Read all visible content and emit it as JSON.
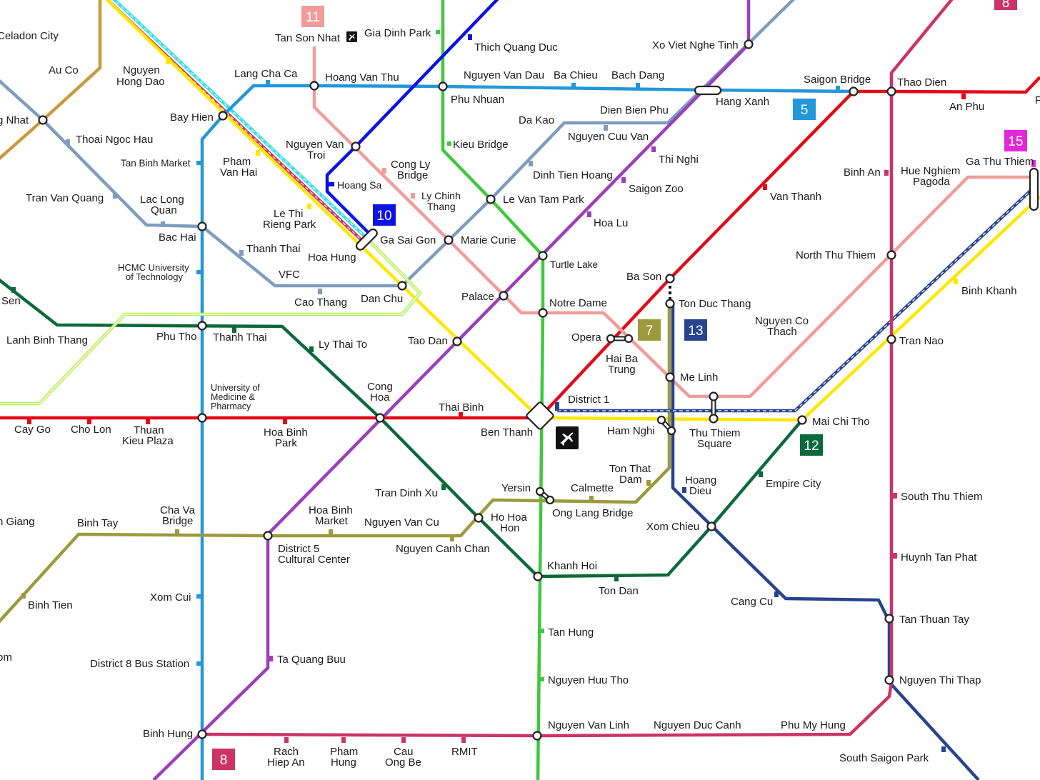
{
  "colors": {
    "background": "#ffffff",
    "line_1": "#e30a18",
    "line_2": "#ffe800",
    "line_3": "#9a3fb9",
    "line_4": "#7e9cbe",
    "line_5": "#2297d9",
    "line_6": "#0c6a38",
    "line_7": "#9c9a3d",
    "line_8": "#cc3366",
    "line_9": "#3ec93a",
    "line_10": "#0c12e4",
    "line_11": "#f19c9a",
    "line_12": "#0a6a3c",
    "line_13": "#27448e",
    "line_15": "#e329d6",
    "line_copper": "#c79a3c",
    "station_stroke": "#222222",
    "text": "#1a1a1a"
  },
  "badges": {
    "b5": "5",
    "b7": "7",
    "b8_bottom": "8",
    "b8_top": "8",
    "b10": "10",
    "b11": "11",
    "b12": "12",
    "b13": "13",
    "b15": "15"
  },
  "icons": [
    "airport-icon",
    "airport-icon-small"
  ],
  "stations": {
    "celadon_city": "Celadon City",
    "au_co": "Au Co",
    "nguyen_hong_dao_1": "Nguyen",
    "nguyen_hong_dao_2": "Hong Dao",
    "tan_son_nhat": "Tan Son Nhat",
    "gia_dinh_park": "Gia Dinh Park",
    "thich_quang_duc": "Thich Quang Duc",
    "xo_viet_nghe_tinh": "Xo Viet Nghe Tinh",
    "lang_cha_ca": "Lang Cha Ca",
    "hoang_van_thu": "Hoang Van Thu",
    "nguyen_van_dau": "Nguyen Van Dau",
    "ba_chieu": "Ba Chieu",
    "bach_dang": "Bach Dang",
    "saigon_bridge": "Saigon Bridge",
    "thao_dien": "Thao Dien",
    "hang_xanh": "Hang Xanh",
    "an_phu": "An Phu",
    "phu_nhuan": "Phu Nhuan",
    "g_nhat": "g Nhat",
    "bay_hien": "Bay Hien",
    "thoai_ngoc_hau": "Thoai Ngoc Hau",
    "da_kao": "Da Kao",
    "dien_bien_phu": "Dien Bien Phu",
    "nguyen_cuu_van": "Nguyen Cuu Van",
    "kieu_bridge": "Kieu Bridge",
    "tan_binh_market": "Tan Binh Market",
    "pham_van_hai_1": "Pham",
    "pham_van_hai_2": "Van Hai",
    "nguyen_van_troi_1": "Nguyen Van",
    "nguyen_van_troi_2": "Troi",
    "cong_ly_bridge_1": "Cong Ly",
    "cong_ly_bridge_2": "Bridge",
    "thi_nghi": "Thi Nghi",
    "dinh_tien_hoang": "Dinh Tien Hoang",
    "ga_thu_thiem": "Ga Thu Thiem",
    "binh_an": "Binh An",
    "hue_nghiem_pagoda_1": "Hue Nghiem",
    "hue_nghiem_pagoda_2": "Pagoda",
    "hoang_sa": "Hoang Sa",
    "ly_chinh_thang_1": "Ly Chinh",
    "ly_chinh_thang_2": "Thang",
    "saigon_zoo": "Saigon Zoo",
    "tran_van_quang": "Tran Van Quang",
    "lac_long_quan_1": "Lac Long",
    "lac_long_quan_2": "Quan",
    "le_van_tam_park": "Le Van Tam Park",
    "van_thanh": "Van Thanh",
    "le_thi_rieng_park_1": "Le Thi",
    "le_thi_rieng_park_2": "Rieng Park",
    "ga_sai_gon": "Ga Sai Gon",
    "marie_curie": "Marie Curie",
    "hoa_lu": "Hoa Lu",
    "bac_hai": "Bac Hai",
    "north_thu_thiem": "North Thu Thiem",
    "thanh_thai_1": "Thanh Thai",
    "hoa_hung": "Hoa Hung",
    "turtle_lake": "Turtle Lake",
    "hcmc_uni_1": "HCMC University",
    "hcmc_uni_2": "of Technology",
    "vfc": "VFC",
    "ba_son": "Ba Son",
    "binh_khanh": "Binh Khanh",
    "sen": "Sen",
    "cao_thang": "Cao Thang",
    "dan_chu": "Dan Chu",
    "palace": "Palace",
    "notre_dame": "Notre Dame",
    "ton_duc_thang": "Ton Duc Thang",
    "nguyen_co_thach_1": "Nguyen Co",
    "nguyen_co_thach_2": "Thach",
    "lanh_binh_thang": "Lanh Binh Thang",
    "phu_tho": "Phu Tho",
    "thanh_thai_2": "Thanh Thai",
    "ly_thai_to": "Ly Thai To",
    "tao_dan": "Tao Dan",
    "opera": "Opera",
    "tran_nao": "Tran Nao",
    "hai_ba_trung_1": "Hai Ba",
    "hai_ba_trung_2": "Trung",
    "me_linh": "Me Linh",
    "univ_med_1": "University of",
    "univ_med_2": "Medicine &",
    "univ_med_3": "Pharmacy",
    "cong_hoa_1": "Cong",
    "cong_hoa_2": "Hoa",
    "thai_binh": "Thai Binh",
    "district_1": "District 1",
    "ben_thanh": "Ben Thanh",
    "ham_nghi": "Ham Nghi",
    "thu_thiem_square_1": "Thu Thiem",
    "thu_thiem_square_2": "Square",
    "mai_chi_tho": "Mai Chi Tho",
    "cay_go": "Cay Go",
    "cho_lon": "Cho Lon",
    "thuan_kieu_1": "Thuan",
    "thuan_kieu_2": "Kieu Plaza",
    "hoa_binh_park_1": "Hoa Binh",
    "hoa_binh_park_2": "Park",
    "ton_that_dam_1": "Ton That",
    "ton_that_dam_2": "Dam",
    "empire_city": "Empire City",
    "yersin": "Yersin",
    "calmette": "Calmette",
    "tran_dinh_xu": "Tran Dinh Xu",
    "hoang_dieu_1": "Hoang",
    "hoang_dieu_2": "Dieu",
    "south_thu_thiem": "South Thu Thiem",
    "ong_lang_bridge": "Ong Lang Bridge",
    "n_giang": "n Giang",
    "binh_tay": "Binh Tay",
    "cha_va_bridge_1": "Cha Va",
    "cha_va_bridge_2": "Bridge",
    "hoa_binh_market_1": "Hoa Binh",
    "hoa_binh_market_2": "Market",
    "nguyen_van_cu": "Nguyen Van Cu",
    "ho_hoa_hon_1": "Ho Hoa",
    "ho_hoa_hon_2": "Hon",
    "xom_chieu": "Xom Chieu",
    "district5_1": "District 5",
    "district5_2": "Cultural Center",
    "nguyen_canh_chan": "Nguyen Canh Chan",
    "huynh_tan_phat": "Huynh Tan Phat",
    "khanh_hoi": "Khanh Hoi",
    "ton_dan": "Ton Dan",
    "cang_cu": "Cang Cu",
    "binh_tien": "Binh Tien",
    "xom_cui": "Xom Cui",
    "tan_thuan_tay": "Tan Thuan Tay",
    "tan_hung": "Tan Hung",
    "om": "om",
    "district8_bus": "District 8 Bus Station",
    "ta_quang_buu": "Ta Quang Buu",
    "nguyen_huu_tho": "Nguyen Huu Tho",
    "nguyen_thi_thap": "Nguyen Thi Thap",
    "binh_hung": "Binh Hung",
    "nguyen_van_linh": "Nguyen Van Linh",
    "nguyen_duc_canh": "Nguyen Duc Canh",
    "phu_my_hung": "Phu My Hung",
    "rach_hiep_an_1": "Rach",
    "rach_hiep_an_2": "Hiep An",
    "pham_hung_1": "Pham",
    "pham_hung_2": "Hung",
    "cau_ong_be_1": "Cau",
    "cau_ong_be_2": "Ong Be",
    "rmit": "RMIT",
    "south_saigon_park": "South Saigon Park",
    "f_edge": "F"
  }
}
